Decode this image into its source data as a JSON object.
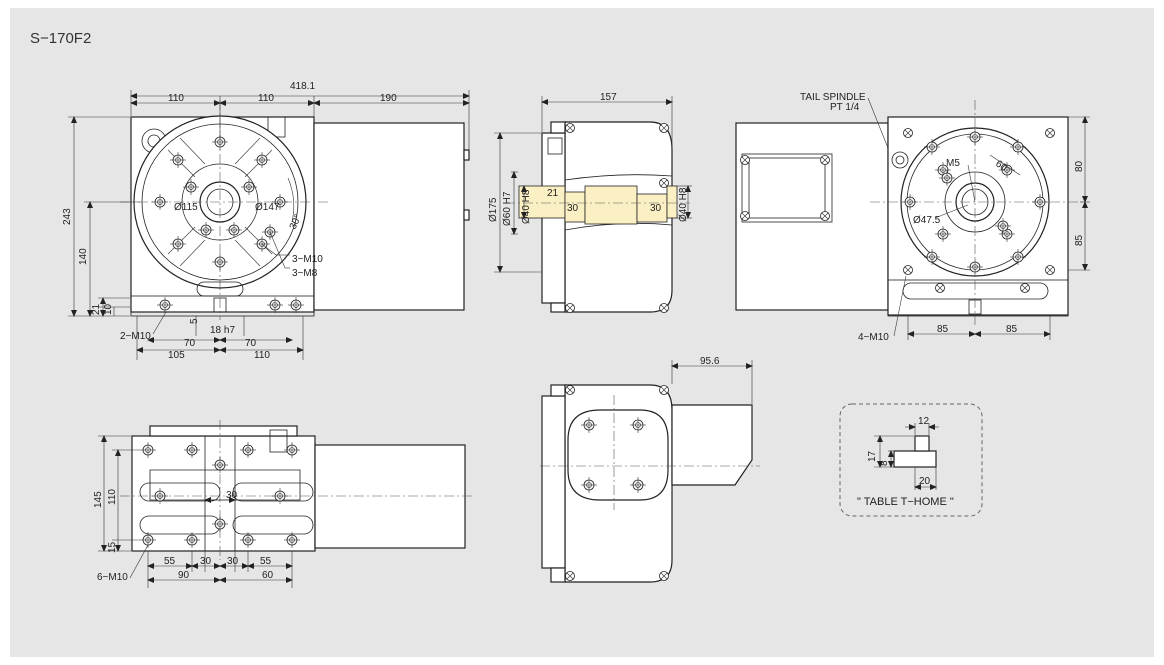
{
  "model": "S−170F2",
  "front": {
    "d_418_1": "418.1",
    "d_110a": "110",
    "d_110b": "110",
    "d_190": "190",
    "d_243": "243",
    "d_140": "140",
    "d_21": "21",
    "d_10": "10",
    "d_5": "5",
    "d_18h7": "18 h7",
    "d_70a": "70",
    "d_70b": "70",
    "d_105": "105",
    "d_110c": "110",
    "d_phi115": "Ø115",
    "d_phi147": "Ø147",
    "d_30deg": "30°",
    "lbl_3m10": "3−M10",
    "lbl_3m8": "3−M8",
    "lbl_2m10": "2−M10"
  },
  "side": {
    "d_157": "157",
    "d_phi175": "Ø175",
    "d_phi60h7": "Ø60 H7",
    "d_phi40h8a": "Ø40 H8",
    "d_phi40h8b": "Ø40 H8",
    "d_21": "21",
    "d_30a": "30",
    "d_30b": "30"
  },
  "rear": {
    "tail_spindle": "TAIL SPINDLE",
    "pt": "PT 1/4",
    "m5": "M5",
    "d_60": "60",
    "d_phi47_5": "Ø47.5",
    "d_80": "80",
    "d_85v": "85",
    "d_85a": "85",
    "d_85b": "85",
    "lbl_4m10": "4−M10"
  },
  "bottom": {
    "d_145": "145",
    "d_110": "110",
    "d_15": "15",
    "d_30mid": "30",
    "d_55a": "55",
    "d_30a": "30",
    "d_30b": "30",
    "d_55b": "55",
    "d_90": "90",
    "d_60": "60",
    "lbl_6m10": "6−M10"
  },
  "top": {
    "d_95_6": "95.6"
  },
  "thome": {
    "d_12": "12",
    "d_17": "17",
    "d_8": "8",
    "d_20": "20",
    "caption": "\" TABLE T−HOME \""
  }
}
